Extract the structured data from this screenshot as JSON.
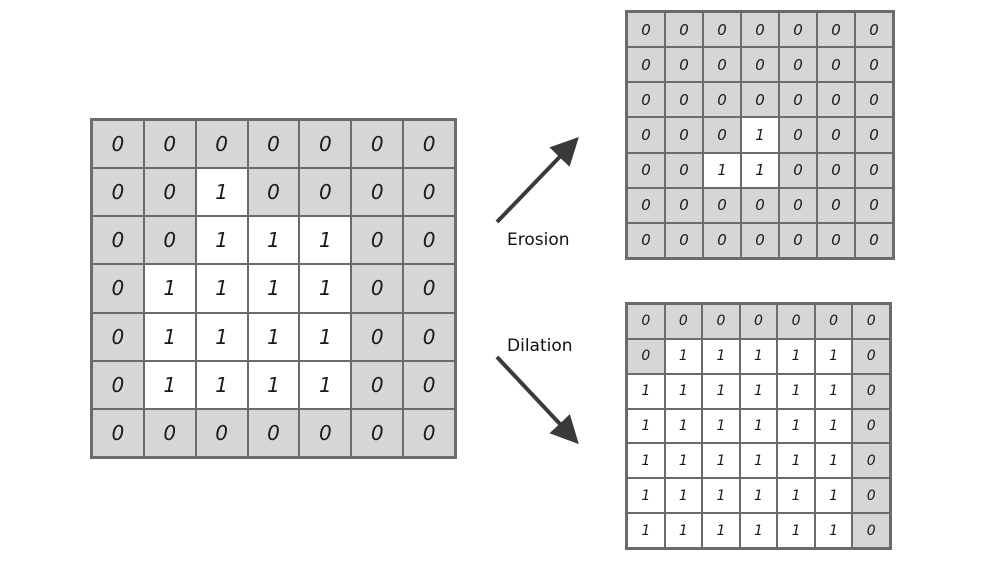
{
  "labels": {
    "erosion": "Erosion",
    "dilation": "Dilation"
  },
  "colors": {
    "zero_cell": "#d6d6d6",
    "one_cell": "#ffffff",
    "grid_line": "#6b6b6b",
    "arrow": "#3a3a3a"
  },
  "grids": {
    "original": [
      [
        "0",
        "0",
        "0",
        "0",
        "0",
        "0",
        "0"
      ],
      [
        "0",
        "0",
        "1",
        "0",
        "0",
        "0",
        "0"
      ],
      [
        "0",
        "0",
        "1",
        "1",
        "1",
        "0",
        "0"
      ],
      [
        "0",
        "1",
        "1",
        "1",
        "1",
        "0",
        "0"
      ],
      [
        "0",
        "1",
        "1",
        "1",
        "1",
        "0",
        "0"
      ],
      [
        "0",
        "1",
        "1",
        "1",
        "1",
        "0",
        "0"
      ],
      [
        "0",
        "0",
        "0",
        "0",
        "0",
        "0",
        "0"
      ]
    ],
    "erosion": [
      [
        "0",
        "0",
        "0",
        "0",
        "0",
        "0",
        "0"
      ],
      [
        "0",
        "0",
        "0",
        "0",
        "0",
        "0",
        "0"
      ],
      [
        "0",
        "0",
        "0",
        "0",
        "0",
        "0",
        "0"
      ],
      [
        "0",
        "0",
        "0",
        "1",
        "0",
        "0",
        "0"
      ],
      [
        "0",
        "0",
        "1",
        "1",
        "0",
        "0",
        "0"
      ],
      [
        "0",
        "0",
        "0",
        "0",
        "0",
        "0",
        "0"
      ],
      [
        "0",
        "0",
        "0",
        "0",
        "0",
        "0",
        "0"
      ]
    ],
    "dilation": [
      [
        "0",
        "0",
        "0",
        "0",
        "0",
        "0",
        "0"
      ],
      [
        "0",
        "1",
        "1",
        "1",
        "1",
        "1",
        "0"
      ],
      [
        "1",
        "1",
        "1",
        "1",
        "1",
        "1",
        "0"
      ],
      [
        "1",
        "1",
        "1",
        "1",
        "1",
        "1",
        "0"
      ],
      [
        "1",
        "1",
        "1",
        "1",
        "1",
        "1",
        "0"
      ],
      [
        "1",
        "1",
        "1",
        "1",
        "1",
        "1",
        "0"
      ],
      [
        "1",
        "1",
        "1",
        "1",
        "1",
        "1",
        "0"
      ]
    ]
  }
}
